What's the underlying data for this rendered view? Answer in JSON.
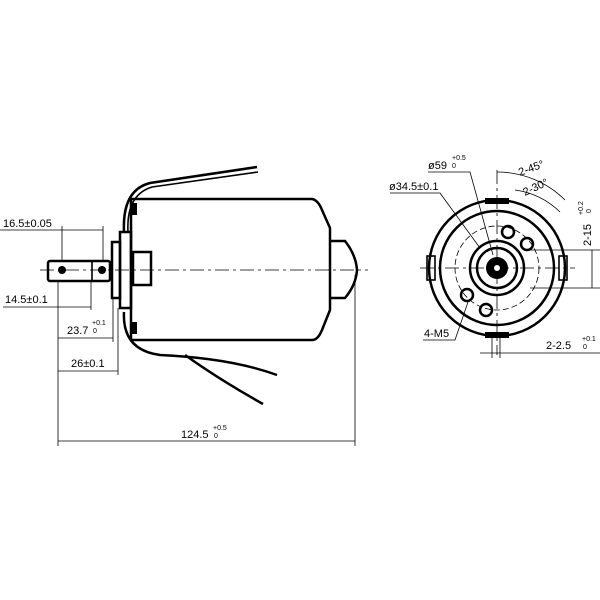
{
  "drawing": {
    "side_view": {
      "dimensions": {
        "tab_hole_spacing": "16.5±0.05",
        "tab_length": "14.5±0.1",
        "flange_distance_main": "23.7",
        "flange_distance_tol": "+0.1",
        "flange_distance_tol_low": "0",
        "shaft_to_body": "26±0.1",
        "overall_length_main": "124.5",
        "overall_length_tol": "+0.5",
        "overall_length_tol_low": "0"
      }
    },
    "front_view": {
      "dimensions": {
        "outer_diameter_main": "ø59",
        "outer_diameter_tol": "+0.5",
        "outer_diameter_tol_low": "0",
        "boss_diameter": "ø34.5±0.1",
        "angle_45": "2-45°",
        "angle_30": "2-30°",
        "slot_width_main": "2-15",
        "slot_width_tol": "+0.2",
        "slot_width_tol_low": "0",
        "holes": "4-M5",
        "slot_depth_main": "2-2.5",
        "slot_depth_tol": "+0.1",
        "slot_depth_tol_low": "0"
      }
    }
  }
}
